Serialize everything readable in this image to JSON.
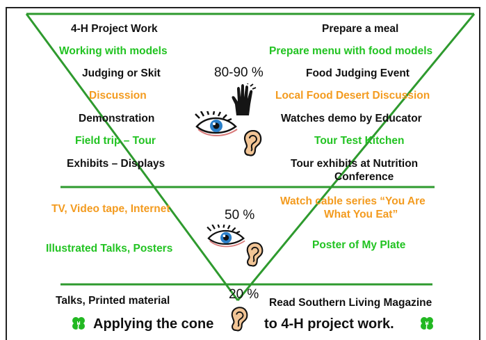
{
  "left_column": [
    {
      "text": "4-H Project Work",
      "color": "black"
    },
    {
      "text": "Working with models",
      "color": "green"
    },
    {
      "text": "Judging or Skit",
      "color": "black"
    },
    {
      "text": "Discussion",
      "color": "orange"
    },
    {
      "text": "Demonstration",
      "color": "black"
    },
    {
      "text": "Field trip – Tour",
      "color": "green"
    },
    {
      "text": "Exhibits – Displays",
      "color": "black"
    },
    {
      "text": "TV, Video tape, Internet",
      "color": "orange"
    },
    {
      "text": "Illustrated Talks, Posters",
      "color": "green"
    },
    {
      "text": "Talks, Printed material",
      "color": "black"
    }
  ],
  "right_column": [
    {
      "text": "Prepare a meal",
      "color": "black"
    },
    {
      "text": "Prepare menu with food models",
      "color": "green"
    },
    {
      "text": "Food Judging Event",
      "color": "black"
    },
    {
      "text": "Local Food Desert Discussion",
      "color": "orange"
    },
    {
      "text": "Watches demo  by Educator",
      "color": "black"
    },
    {
      "text": "Tour Test Kitchen",
      "color": "green"
    },
    {
      "text": "Tour exhibits at Nutrition",
      "color": "black"
    },
    {
      "text": "Conference",
      "color": "black"
    },
    {
      "text": "Watch cable series “You Are",
      "color": "orange"
    },
    {
      "text": "What You Eat”",
      "color": "orange"
    },
    {
      "text": "Poster of My Plate",
      "color": "green"
    },
    {
      "text": "Read Southern Living Magazine",
      "color": "black"
    }
  ],
  "percentages": {
    "top": "80-90 %",
    "middle": "50 %",
    "bottom": "20 %"
  },
  "footer": {
    "before_icon": "Applying the cone",
    "after_icon": "to 4-H project work."
  },
  "colors": {
    "black": "#111111",
    "green": "#22c322",
    "orange": "#f39b1f",
    "cone": "#2e9a2e",
    "clover": "#22b822"
  },
  "icons": [
    "hand-icon",
    "eye-icon",
    "ear-icon",
    "four-leaf-clover-icon"
  ]
}
